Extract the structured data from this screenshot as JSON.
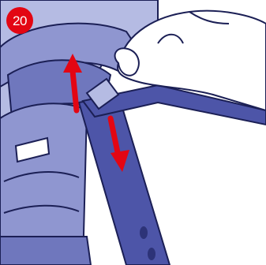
{
  "step": {
    "number": "20",
    "badge_color": "#e30613"
  },
  "colors": {
    "seat_light": "#b5bbe3",
    "seat_mid": "#8f96d0",
    "seat_dark": "#6f77bd",
    "strap": "#4d55a8",
    "strap_dark": "#2d3378",
    "outline": "#1b1f55",
    "arrow": "#e30613",
    "hand_fill": "#ffffff"
  },
  "arrows": [
    {
      "name": "pull-up-arrow",
      "direction": "up"
    },
    {
      "name": "pull-down-arrow",
      "direction": "down"
    }
  ]
}
